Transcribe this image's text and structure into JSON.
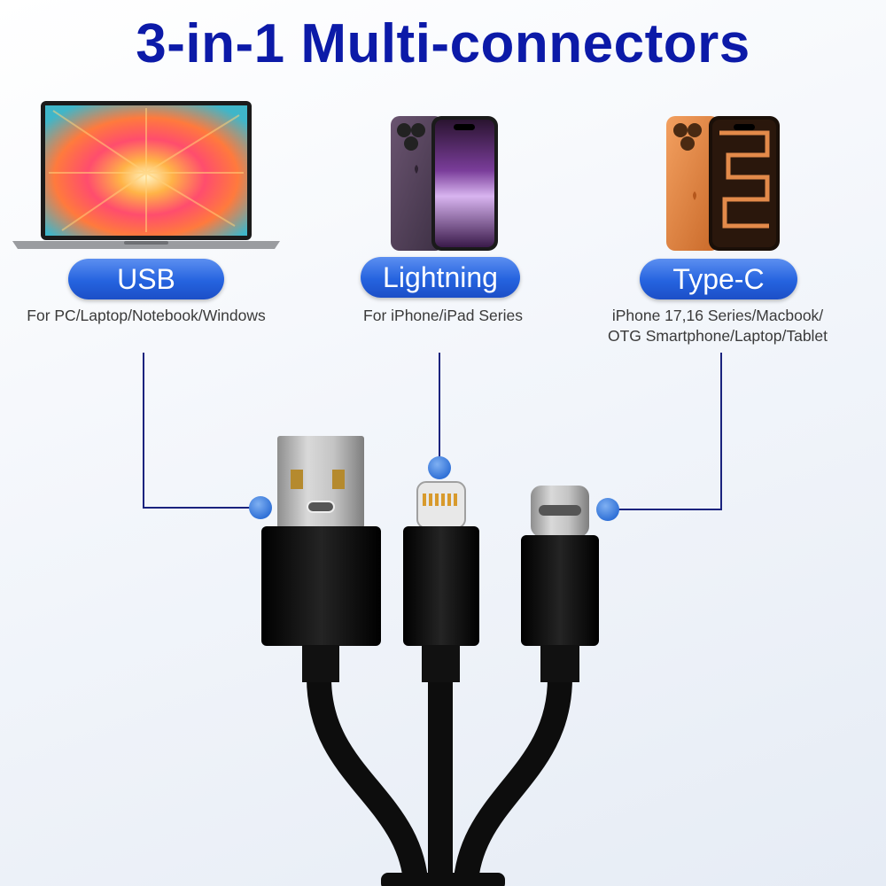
{
  "title": "3-in-1 Multi-connectors",
  "connectors": [
    {
      "label": "USB",
      "description": [
        "For PC/Laptop/Notebook/Windows"
      ]
    },
    {
      "label": "Lightning",
      "description": [
        "For iPhone/iPad Series"
      ]
    },
    {
      "label": "Type-C",
      "description": [
        "iPhone 17,16 Series/Macbook/",
        "OTG Smartphone/Laptop/Tablet"
      ]
    }
  ],
  "colors": {
    "title": "#0c1aa8",
    "pill": "#2563df",
    "leader_line": "#1a237e",
    "dot": "#3b7ddd",
    "cable": "#0d0d0d"
  },
  "icons": [
    "laptop-icon",
    "iphone-purple-icon",
    "iphone-orange-icon"
  ]
}
